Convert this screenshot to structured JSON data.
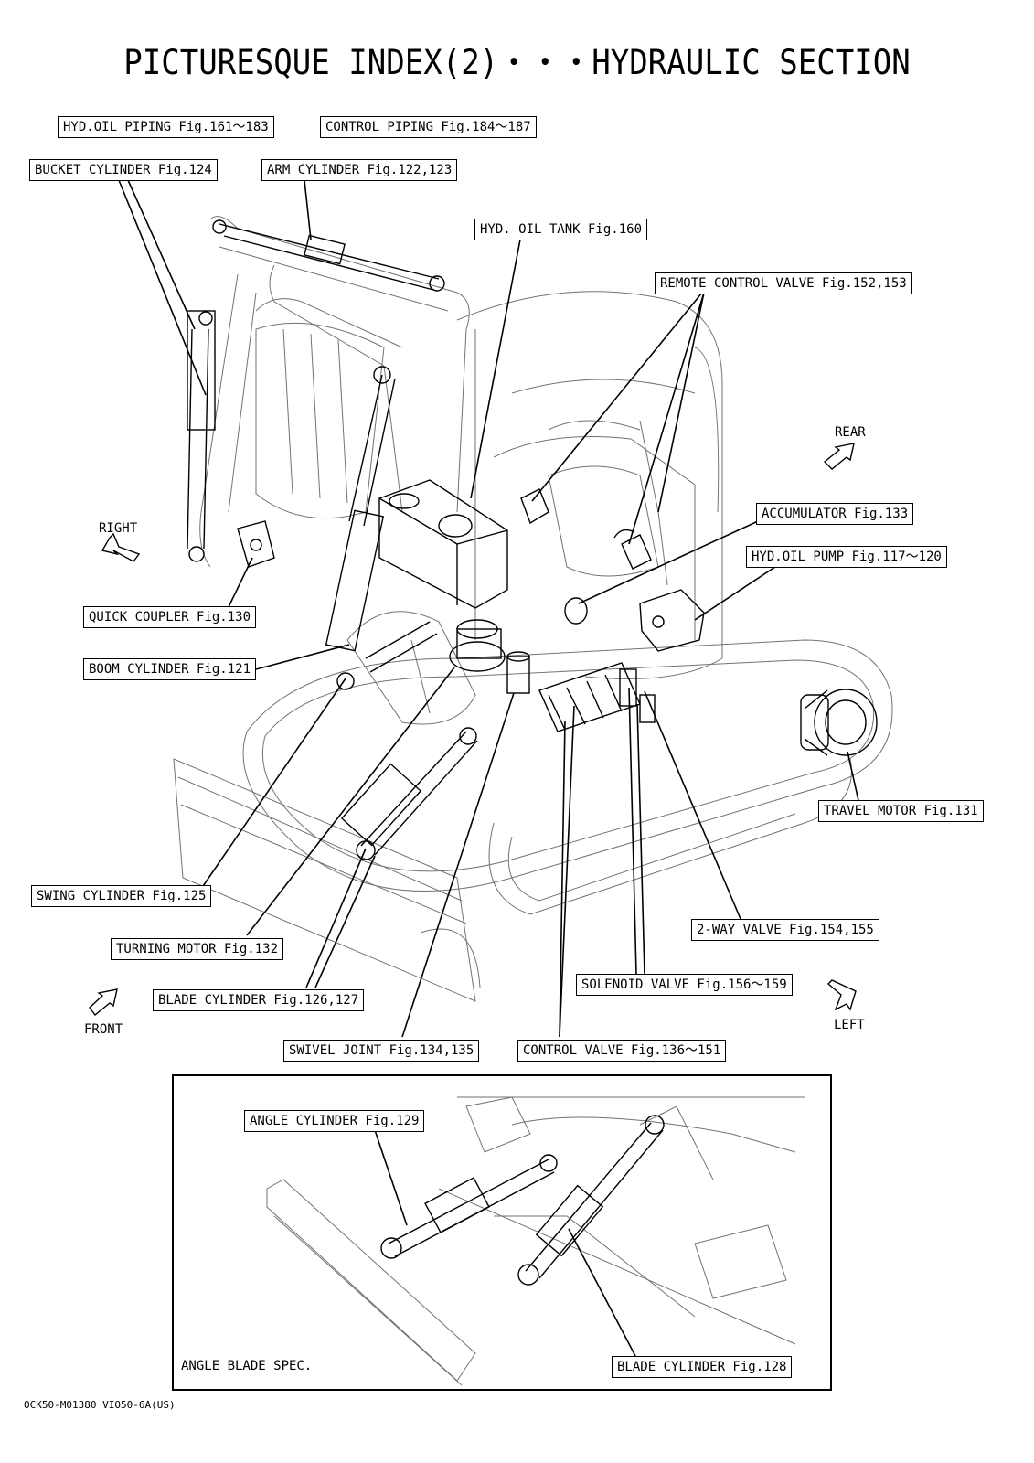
{
  "title": "PICTURESQUE INDEX(2)・・・HYDRAULIC SECTION",
  "callouts": {
    "hyd_oil_piping": "HYD.OIL PIPING Fig.161～183",
    "control_piping": "CONTROL PIPING Fig.184～187",
    "bucket_cylinder": "BUCKET CYLINDER Fig.124",
    "arm_cylinder": "ARM CYLINDER Fig.122,123",
    "hyd_oil_tank": "HYD. OIL TANK Fig.160",
    "remote_control_valve": "REMOTE CONTROL VALVE Fig.152,153",
    "accumulator": "ACCUMULATOR Fig.133",
    "hyd_oil_pump": "HYD.OIL PUMP Fig.117～120",
    "quick_coupler": "QUICK COUPLER Fig.130",
    "boom_cylinder": "BOOM CYLINDER Fig.121",
    "travel_motor": "TRAVEL MOTOR Fig.131",
    "swing_cylinder": "SWING CYLINDER Fig.125",
    "two_way_valve": "2-WAY VALVE Fig.154,155",
    "turning_motor": "TURNING MOTOR Fig.132",
    "solenoid_valve": "SOLENOID VALVE Fig.156～159",
    "blade_cylinder_1": "BLADE CYLINDER Fig.126,127",
    "swivel_joint": "SWIVEL JOINT Fig.134,135",
    "control_valve": "CONTROL VALVE Fig.136～151",
    "angle_cylinder": "ANGLE CYLINDER Fig.129",
    "blade_cylinder_2": "BLADE CYLINDER Fig.128"
  },
  "directions": {
    "rear": "REAR",
    "right": "RIGHT",
    "front": "FRONT",
    "left": "LEFT"
  },
  "inset_label": "ANGLE BLADE SPEC.",
  "doc_number": "OCK50-M01380 VIO50-6A(US)"
}
